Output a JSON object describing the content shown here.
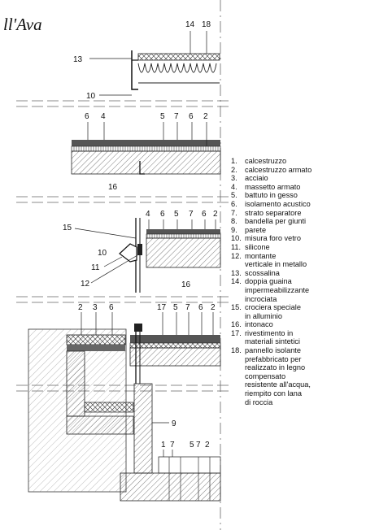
{
  "title": "ll'Ava",
  "callouts": {
    "c1": [
      "14",
      "18"
    ],
    "c2": [
      "13"
    ],
    "c3": [
      "10"
    ],
    "c4": [
      "6",
      "4",
      "5",
      "7",
      "6",
      "2"
    ],
    "c5": [
      "16"
    ],
    "c6": [
      "15",
      "4",
      "6",
      "5",
      "7",
      "6",
      "2"
    ],
    "c7": [
      "10",
      "11",
      "12",
      "16"
    ],
    "c8": [
      "2",
      "3",
      "6",
      "17",
      "5",
      "7",
      "6",
      "2"
    ],
    "c9": [
      "9"
    ],
    "c10": [
      "1",
      "7",
      "5",
      "7",
      "2"
    ]
  },
  "legend": [
    {
      "num": "1.",
      "text": "calcestruzzo"
    },
    {
      "num": "2.",
      "text": "calcestruzzo armato"
    },
    {
      "num": "3.",
      "text": "acciaio"
    },
    {
      "num": "4.",
      "text": "massetto armato"
    },
    {
      "num": "5.",
      "text": "battuto in gesso"
    },
    {
      "num": "6.",
      "text": "isolamento acustico"
    },
    {
      "num": "7.",
      "text": "strato separatore"
    },
    {
      "num": "8.",
      "text": "bandella per giunti"
    },
    {
      "num": "9.",
      "text": "parete"
    },
    {
      "num": "10.",
      "text": "misura foro vetro"
    },
    {
      "num": "11.",
      "text": "silicone"
    },
    {
      "num": "12.",
      "text": "montante\nverticale in metallo"
    },
    {
      "num": "13.",
      "text": "scossalina"
    },
    {
      "num": "14.",
      "text": "doppia guaina\nimpermeabilizzante\nincrociata"
    },
    {
      "num": "15.",
      "text": "crociera speciale\nin alluminio"
    },
    {
      "num": "16.",
      "text": "intonaco"
    },
    {
      "num": "17.",
      "text": "rivestimento in\nmateriali sintetici"
    },
    {
      "num": "18.",
      "text": "pannello isolante\nprefabbricato per\nrealizzato in legno\ncompensato\nresistente all'acqua,\nriempito con lana\ndi roccia"
    }
  ]
}
